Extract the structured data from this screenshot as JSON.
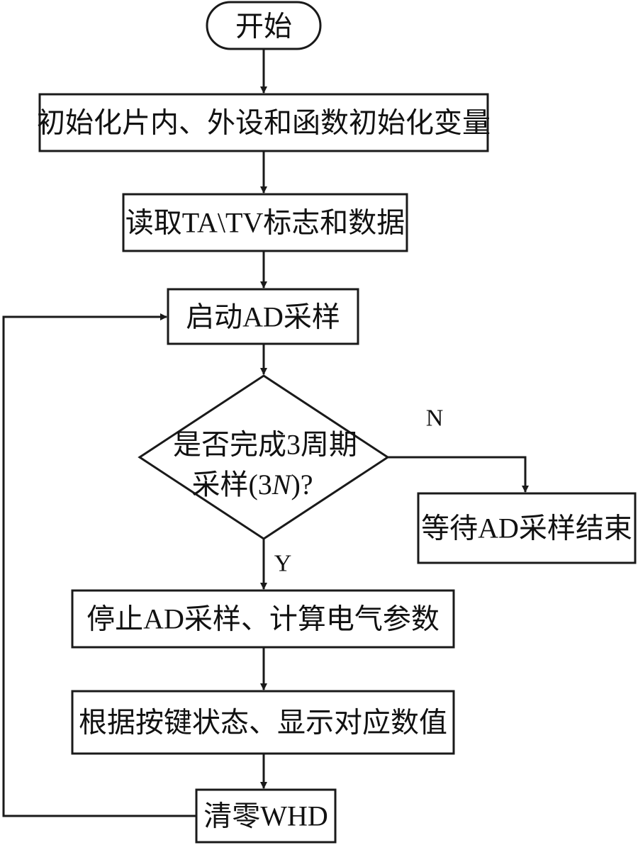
{
  "flowchart": {
    "start": "开始",
    "init": "初始化片内、外设和函数初始化变量",
    "read": "读取TA\\TV标志和数据",
    "start_ad": "启动AD采样",
    "decision_line1": "是否完成3周期",
    "decision_line2_prefix": "采样(3",
    "decision_line2_var": "N",
    "decision_line2_suffix": ")?",
    "wait": "等待AD采样结束",
    "stop_calc": "停止AD采样、计算电气参数",
    "display": "根据按键状态、显示对应数值",
    "clear": "清零WHD",
    "yes_label": "Y",
    "no_label": "N"
  }
}
